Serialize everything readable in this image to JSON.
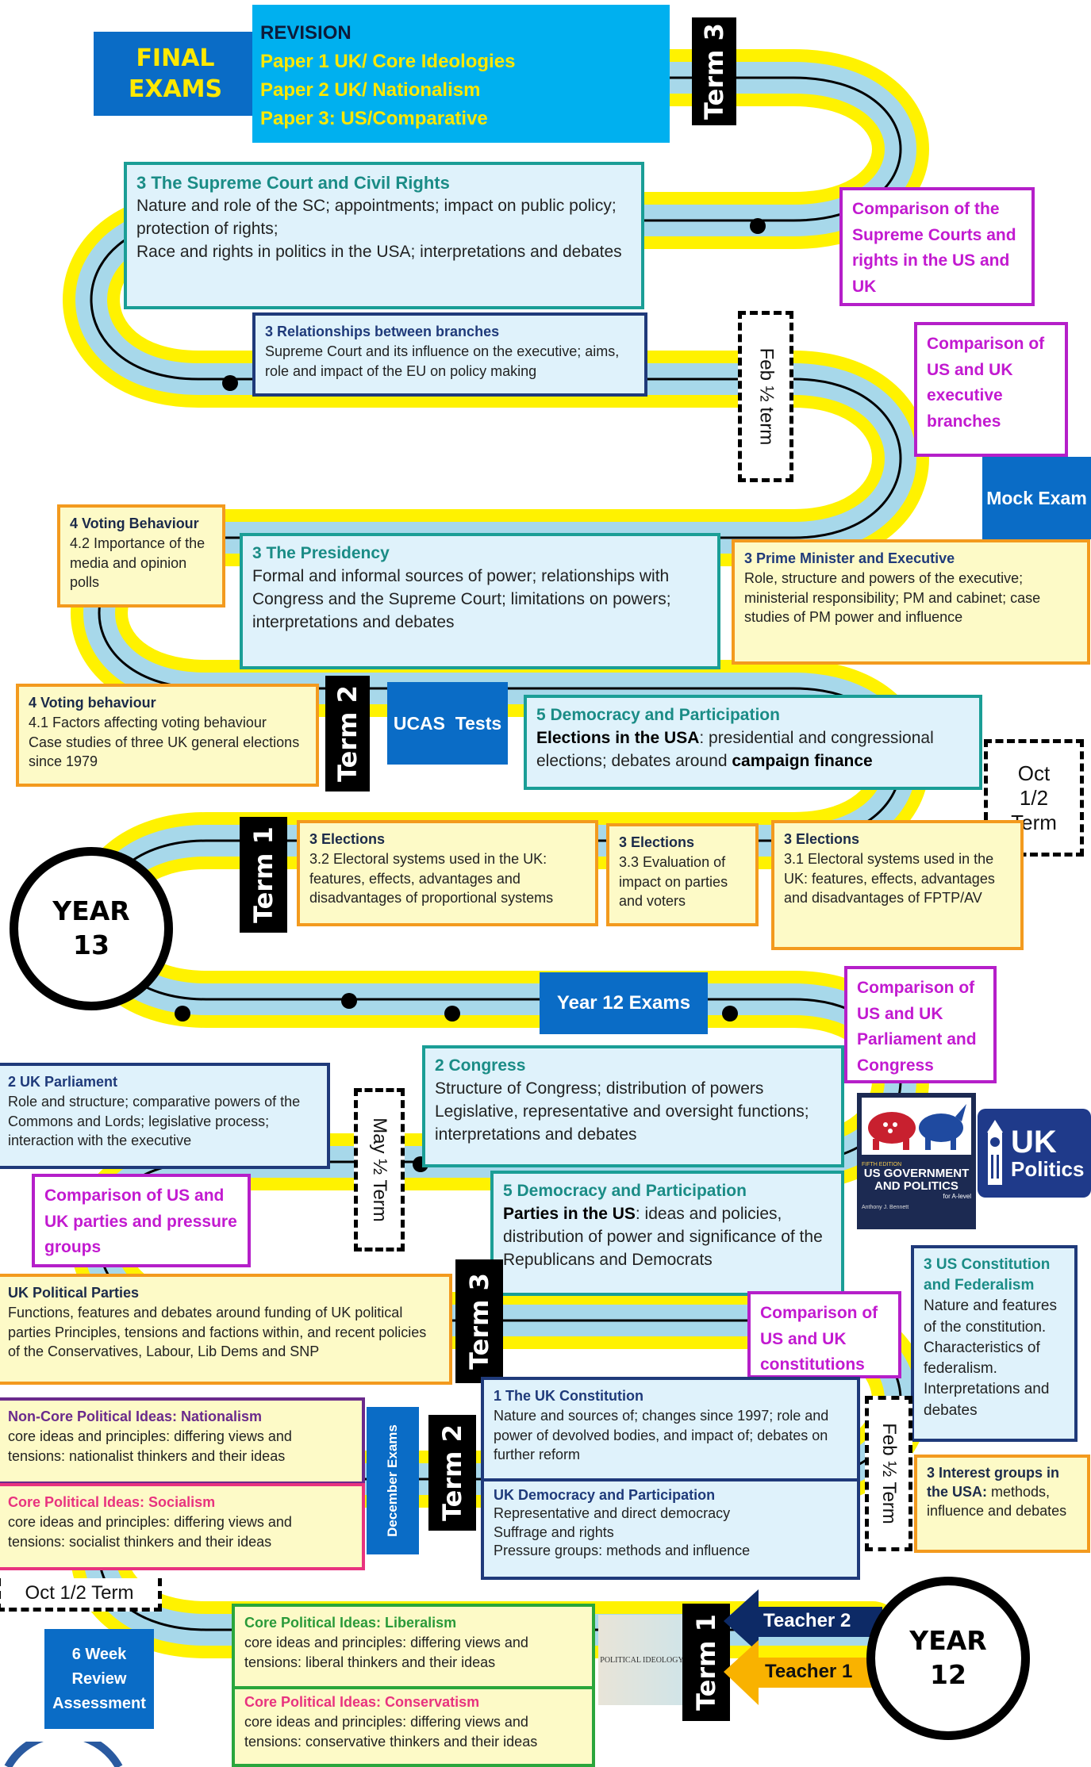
{
  "header": {
    "final_exams": [
      "FINAL",
      "EXAMS"
    ],
    "revision": {
      "title": "REVISION",
      "lines": [
        "Paper 1 UK/ Core Ideologies",
        "Paper 2 UK/ Nationalism",
        "Paper 3: US/Comparative"
      ]
    }
  },
  "terms": {
    "y13_term3": "Term 3",
    "y13_term2": "Term 2",
    "y13_term1": "Term 1",
    "y12_term3": "Term 3",
    "y12_term2": "Term 2",
    "y12_term1": "Term 1"
  },
  "half_terms": {
    "feb_y13": "Feb ½ term",
    "oct_y13": [
      "Oct",
      "1/2",
      "Term"
    ],
    "may_y12": "May ½ Term",
    "feb_y12": "Feb ½ Term",
    "oct_y12": "Oct 1/2 Term"
  },
  "events": {
    "mock_exam": "Mock Exam",
    "ucas_tests": "UCAS  Tests",
    "year12_exams": "Year 12 Exams",
    "december_exams": "December Exams",
    "review": [
      "6 Week",
      "Review",
      "Assessment"
    ],
    "teacher2": "Teacher 2",
    "teacher1": "Teacher 1"
  },
  "years": {
    "y13": [
      "YEAR",
      "13"
    ],
    "y12": [
      "YEAR",
      "12"
    ]
  },
  "year13": {
    "supreme_court": {
      "title": "3 The Supreme Court and Civil Rights",
      "body": [
        "Nature and role of the SC; appointments; impact on public policy; protection of rights;",
        "Race and rights in politics in the USA; interpretations and debates"
      ]
    },
    "branches": {
      "title": "3 Relationships between branches",
      "body": "Supreme Court and its influence on the executive; aims, role and impact of the EU on policy making"
    },
    "cmp_courts": "Comparison of the Supreme Courts and rights in the US and UK",
    "cmp_exec": "Comparison of US and UK executive branches",
    "voting_42": {
      "title": "4 Voting Behaviour",
      "body": "4.2 Importance of the media and opinion polls"
    },
    "presidency": {
      "title": "3 The Presidency",
      "body": "Formal and informal sources of power; relationships with Congress and the Supreme Court; limitations on powers; interpretations and debates"
    },
    "pm_exec": {
      "title": "3  Prime Minister and Executive",
      "body": "Role, structure and powers of the executive; ministerial responsibility; PM and cabinet; case studies of PM power and influence"
    },
    "voting_41": {
      "title": "4 Voting behaviour",
      "body": [
        "4.1 Factors affecting voting behaviour",
        "Case studies of three UK general elections since 1979"
      ]
    },
    "democracy_us": {
      "title": "5 Democracy and Participation",
      "bold": "Elections in the USA",
      "body": ": presidential and congressional elections; debates around ",
      "bold2": "campaign finance"
    },
    "elections_32": {
      "title": "3 Elections",
      "body": "3.2 Electoral systems used in the UK: features, effects, advantages and disadvantages of proportional systems"
    },
    "elections_33": {
      "title": "3 Elections",
      "body": "3.3 Evaluation of impact on parties and voters"
    },
    "elections_31": {
      "title": "3 Elections",
      "body": "3.1 Electoral systems used in the UK: features, effects, advantages and disadvantages of FPTP/AV"
    }
  },
  "year12": {
    "cmp_parliament": "Comparison of US and UK Parliament and Congress",
    "uk_parliament": {
      "title": "2 UK Parliament",
      "body": "Role and structure; comparative powers of the Commons and Lords; legislative process; interaction with the executive"
    },
    "congress": {
      "title": "2 Congress",
      "body": [
        "Structure of Congress; distribution of powers",
        "Legislative, representative and oversight functions; interpretations and debates"
      ]
    },
    "book": {
      "title": "US GOVERNMENT AND POLITICS",
      "subtitle": "for A-level",
      "edition": "FIFTH EDITION",
      "author": "Anthony J. Bennett"
    },
    "uk_politics_logo": [
      "UK",
      "Politics"
    ],
    "cmp_parties": "Comparison of US and UK parties and pressure groups",
    "democracy_parties": {
      "title": "5 Democracy and Participation",
      "bold": "Parties in the US",
      "body": ": ideas and policies, distribution of power and significance of the Republicans and Democrats"
    },
    "us_constitution": {
      "title": "3 US Constitution and Federalism",
      "body": "Nature and features of the constitution. Characteristics of federalism. Interpretations and debates"
    },
    "uk_parties": {
      "title": "UK Political Parties",
      "body": "Functions, features and debates around funding of UK political parties  Principles, tensions and factions within, and recent policies of the Conservatives,  Labour, Lib Dems and SNP"
    },
    "cmp_constitutions": "Comparison of US and UK constitutions",
    "interest_groups": {
      "title": "3 Interest groups in the USA:",
      "body": " methods, influence and debates"
    },
    "nationalism": {
      "title": "Non-Core Political Ideas: Nationalism",
      "body": "core ideas and principles: differing views and tensions: nationalist thinkers and their ideas"
    },
    "uk_constitution": {
      "title": "1 The UK Constitution",
      "body": "Nature and sources of; changes since 1997; role and power of devolved bodies, and impact of; debates on further reform"
    },
    "socialism": {
      "title": "Core Political Ideas: Socialism",
      "body": "core ideas and principles: differing views and tensions: socialist thinkers and their ideas"
    },
    "uk_democracy": {
      "title": "UK Democracy and Participation",
      "body": [
        "Representative and direct democracy",
        "Suffrage and rights",
        "Pressure groups: methods and influence"
      ]
    },
    "liberalism": {
      "title": "Core Political Ideas: Liberalism",
      "body": "core ideas and principles: differing views and tensions: liberal thinkers and their ideas"
    },
    "conservatism": {
      "title": "Core Political Ideas: Conservatism",
      "body": "core ideas and principles: differing views and tensions: conservative thinkers and their ideas"
    },
    "ideology_logo": "POLITICAL IDEOLOGY"
  },
  "colors": {
    "road_yellow": "#fff200",
    "road_blue": "#a7d8ea",
    "accent_blue": "#0a6cc6",
    "revision_cyan": "#00b0ef",
    "comparison_purple": "#c21ad0"
  }
}
